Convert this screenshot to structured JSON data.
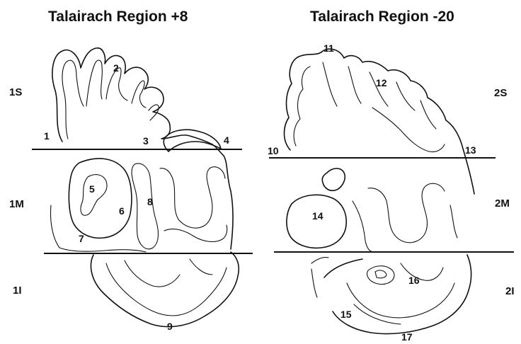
{
  "titles": {
    "left": "Talairach Region +8",
    "right": "Talairach Region -20"
  },
  "left_panel": {
    "section_labels": {
      "superior": "1S",
      "middle": "1M",
      "inferior": "1I"
    },
    "region_numbers": [
      "1",
      "2",
      "3",
      "4",
      "5",
      "6",
      "7",
      "8",
      "9"
    ]
  },
  "right_panel": {
    "section_labels": {
      "superior": "2S",
      "middle": "2M",
      "inferior": "2I"
    },
    "region_numbers": [
      "10",
      "11",
      "12",
      "13",
      "14",
      "15",
      "16",
      "17"
    ]
  }
}
